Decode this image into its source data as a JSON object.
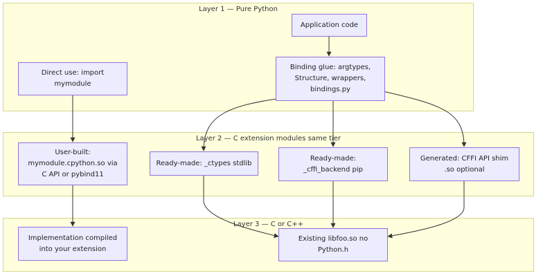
{
  "colors": {
    "layer_fill": "#ffffde",
    "layer_border": "#d6d68a",
    "node_fill": "#ececff",
    "node_border": "#9370db",
    "edge": "#333333"
  },
  "layers": [
    {
      "id": "layer1",
      "title": "Layer 1 — Pure Python"
    },
    {
      "id": "layer2",
      "title": "Layer 2 — C extension modules same tier"
    },
    {
      "id": "layer3",
      "title": "Layer 3 — C or C++"
    }
  ],
  "nodes": [
    {
      "id": "app",
      "label": "Application code"
    },
    {
      "id": "direct",
      "label": "Direct use: import\nmymodule"
    },
    {
      "id": "glue",
      "label": "Binding glue: argtypes,\nStructure, wrappers,\nbindings.py"
    },
    {
      "id": "userbuilt",
      "label": "User-built:\nmymodule.cpython.so via\nC API or pybind11"
    },
    {
      "id": "ctypes",
      "label": "Ready-made: _ctypes stdlib"
    },
    {
      "id": "cffi",
      "label": "Ready-made:\n_cffi_backend pip"
    },
    {
      "id": "generated",
      "label": "Generated: CFFI API shim\n.so optional"
    },
    {
      "id": "impl",
      "label": "Implementation compiled\ninto your extension"
    },
    {
      "id": "libfoo",
      "label": "Existing libfoo.so no\nPython.h"
    }
  ],
  "edges": [
    {
      "from": "app",
      "to": "glue"
    },
    {
      "from": "direct",
      "to": "userbuilt"
    },
    {
      "from": "glue",
      "to": "ctypes"
    },
    {
      "from": "glue",
      "to": "cffi"
    },
    {
      "from": "glue",
      "to": "generated"
    },
    {
      "from": "userbuilt",
      "to": "impl"
    },
    {
      "from": "ctypes",
      "to": "libfoo"
    },
    {
      "from": "cffi",
      "to": "libfoo"
    },
    {
      "from": "generated",
      "to": "libfoo"
    }
  ]
}
